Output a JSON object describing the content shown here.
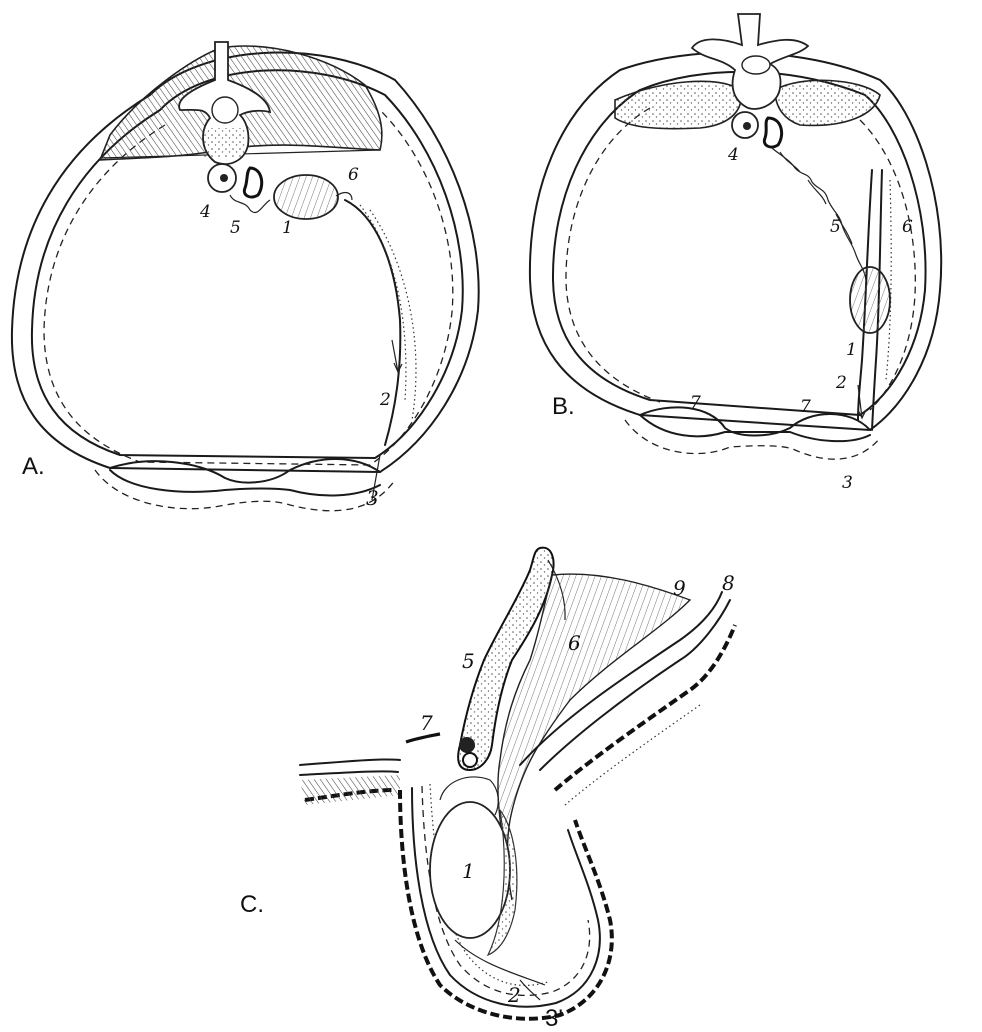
{
  "panels": {
    "A": {
      "letter": "A."
    },
    "B": {
      "letter": "B."
    },
    "C": {
      "letter": "C."
    }
  },
  "labels": {
    "A": {
      "n1": "1",
      "n2": "2",
      "n3": "3",
      "n4": "4",
      "n5": "5",
      "n6": "6"
    },
    "B": {
      "n1": "1",
      "n2": "2",
      "n3": "3",
      "n4": "4",
      "n5": "5",
      "n6": "6",
      "n7a": "7",
      "n7b": "7"
    },
    "C": {
      "n1": "1",
      "n2": "2",
      "n3p": "3'",
      "n5": "5",
      "n6": "6",
      "n7": "7",
      "n8": "8",
      "n9": "9"
    }
  }
}
